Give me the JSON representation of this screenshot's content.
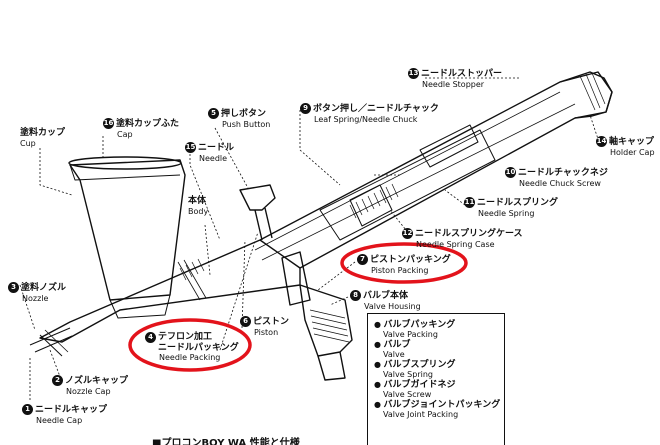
{
  "parts": [
    {
      "num": "1",
      "jp": "ニードルキャップ",
      "en": "Needle Cap"
    },
    {
      "num": "2",
      "jp": "ノズルキャップ",
      "en": "Nozzle Cap"
    },
    {
      "num": "3",
      "jp": "塗料ノズル",
      "en": "Nozzle"
    },
    {
      "num": "4",
      "jp": "テフロン加工\nニードルパッキング",
      "en": "Needle Packing"
    },
    {
      "num": "5",
      "jp": "押しボタン",
      "en": "Push Button"
    },
    {
      "num": "6",
      "jp": "ピストン",
      "en": "Piston"
    },
    {
      "num": "7",
      "jp": "ピストンパッキング",
      "en": "Piston Packing"
    },
    {
      "num": "8",
      "jp": "バルブ本体",
      "en": "Valve Housing"
    },
    {
      "num": "9",
      "jp": "ボタン押し／ニードルチャック",
      "en": "Leaf Spring/Needle Chuck"
    },
    {
      "num": "10",
      "jp": "ニードルチャックネジ",
      "en": "Needle Chuck Screw"
    },
    {
      "num": "11",
      "jp": "ニードルスプリング",
      "en": "Needle Spring"
    },
    {
      "num": "12",
      "jp": "ニードルスプリングケース",
      "en": "Needle Spring Case"
    },
    {
      "num": "13",
      "jp": "ニードルストッパー",
      "en": "Needle Stopper"
    },
    {
      "num": "14",
      "jp": "軸キャップ",
      "en": "Holder Cap"
    },
    {
      "num": "15",
      "jp": "ニードル",
      "en": "Needle"
    },
    {
      "num": "16",
      "jp": "塗料カップふた",
      "en": "Cap"
    }
  ],
  "cup": {
    "jp": "塗料カップ",
    "en": "Cup"
  },
  "body": {
    "jp": "本体",
    "en": "Body"
  },
  "valve_box": [
    {
      "jp": "バルブパッキング",
      "en": "Valve Packing"
    },
    {
      "jp": "バルブ",
      "en": "Valve"
    },
    {
      "jp": "バルブスプリング",
      "en": "Valve Spring"
    },
    {
      "jp": "バルブガイドネジ",
      "en": "Valve Screw"
    },
    {
      "jp": "バルブジョイントパッキング",
      "en": "Valve Joint Packing"
    }
  ],
  "bottom_title": "■プロコンBOY WA 性能と仕様",
  "highlight_color": "#e3131b"
}
